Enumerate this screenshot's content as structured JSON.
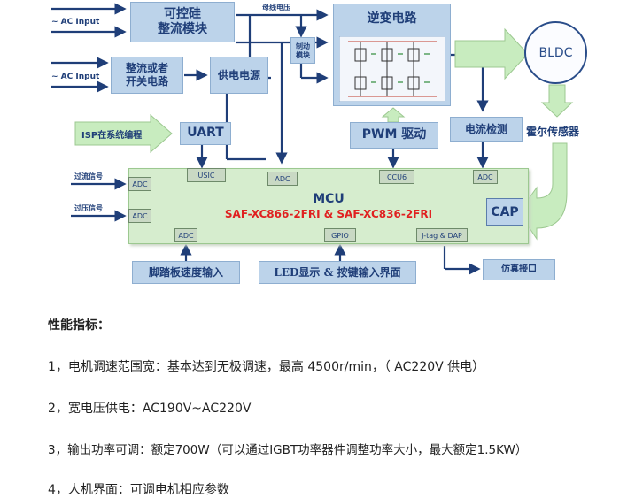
{
  "diagram": {
    "inputs": {
      "ac_input_1": "~ AC Input",
      "ac_input_2": "~ AC Input",
      "isp": "ISP在系统编程",
      "over_current": "过流信号",
      "over_voltage": "过压信号"
    },
    "blocks": {
      "scr_rectifier": "可控硅\n整流模块",
      "bus_voltage": "母线电压",
      "brake_module": "制动\n模块",
      "inverter": "逆变电路",
      "bldc": "BLDC",
      "rectifier_switch": "整流或者\n开关电路",
      "power_supply": "供电电源",
      "uart": "UART",
      "pwm": "PWM 驱动",
      "current_detect": "电流检测",
      "hall_sensor": "霍尔传感器",
      "pedal_input": "脚踏板速度输入",
      "led_display": "LED显示 & 按键输入界面",
      "debug_port": "仿真接口"
    },
    "mcu": {
      "title": "MCU",
      "subtitle": "SAF-XC866-2FRI & SAF-XC836-2FRI",
      "cap": "CAP",
      "pins": {
        "usic": "USIC",
        "adc_top_1": "ADC",
        "ccu6": "CCU6",
        "adc_top_2": "ADC",
        "adc_left_1": "ADC",
        "adc_left_2": "ADC",
        "adc_bottom": "ADC",
        "gpio": "GPIO",
        "jtag": "J-tag & DAP"
      }
    },
    "colors": {
      "block_fill": "#bcd3ea",
      "mcu_fill": "#d6edce",
      "arrow": "#1f3e78",
      "highlight_text": "#e02020",
      "green_arrow": "#c8ecbf"
    }
  },
  "specs": {
    "heading": "性能指标：",
    "items": [
      "1，电机调速范围宽：基本达到无极调速，最高 4500r/min，（ AC220V 供电）",
      "2，宽电压供电：AC190V~AC220V",
      "3，输出功率可调：额定700W（可以通过IGBT功率器件调整功率大小，最大额定1.5KW）",
      "4，人机界面：可调电机相应参数"
    ]
  }
}
